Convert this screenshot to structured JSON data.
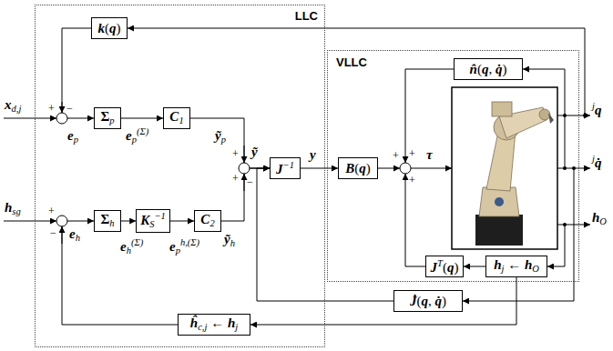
{
  "diagram": {
    "nodes": [
      {
        "text": [
          "LLC"
        ]
      },
      {
        "text": [
          "k(q)"
        ],
        "in": 0
      },
      {
        "text": [
          "Σp"
        ],
        "in": 0
      },
      {
        "text": [
          "C1"
        ],
        "in": 0
      },
      {
        "text": [
          "Σh"
        ],
        "in": 0
      },
      {
        "text": [
          "KS−1"
        ],
        "in": 0
      },
      {
        "text": [
          "C2"
        ],
        "in": 0
      },
      {
        "text": [
          "J−1"
        ],
        "in": 0
      },
      {
        "text": [
          "ĥc,j ← hj"
        ],
        "in": 0
      },
      {
        "text": [
          "VLLC"
        ]
      },
      {
        "text": [
          "B(q)"
        ],
        "in": 9
      },
      {
        "text": [
          "n̂(q, q̇)"
        ],
        "in": 9
      },
      {
        "text": [
          "JT(q)"
        ],
        "in": 9
      },
      {
        "text": [
          "hj ← hO"
        ],
        "in": 9
      },
      {
        "text": [
          "J̇(q, q̇)"
        ]
      }
    ],
    "edges": [
      {
        "from": 1,
        "to": 2,
        "arrow": "to"
      },
      {
        "from": 2,
        "to": 3,
        "arrow": "to"
      },
      {
        "from": 3,
        "to": 7,
        "arrow": "to"
      },
      {
        "from": 4,
        "to": 5,
        "arrow": "to"
      },
      {
        "from": 5,
        "to": 6,
        "arrow": "to"
      },
      {
        "from": 6,
        "to": 7,
        "arrow": "to"
      },
      {
        "from": 8,
        "to": 4,
        "arrow": "to"
      },
      {
        "from": 7,
        "to": 10,
        "arrow": "to"
      },
      {
        "from": 14,
        "to": 7,
        "arrow": "to"
      },
      {
        "from": 13,
        "to": 12,
        "arrow": "to"
      },
      {
        "from": 13,
        "to": 8,
        "arrow": "to"
      }
    ],
    "labels": [
      "xd,j",
      "hsg",
      "ep",
      "ep(Σ)",
      "ỹp",
      "ỹ",
      "y",
      "τ",
      "eh",
      "eh(Σ)",
      "eph,(Σ)",
      "ỹh",
      "jq",
      "jq̇",
      "hO",
      "+",
      "−",
      "+",
      "−",
      "+",
      "+",
      "−",
      "+",
      "+",
      "+"
    ]
  }
}
